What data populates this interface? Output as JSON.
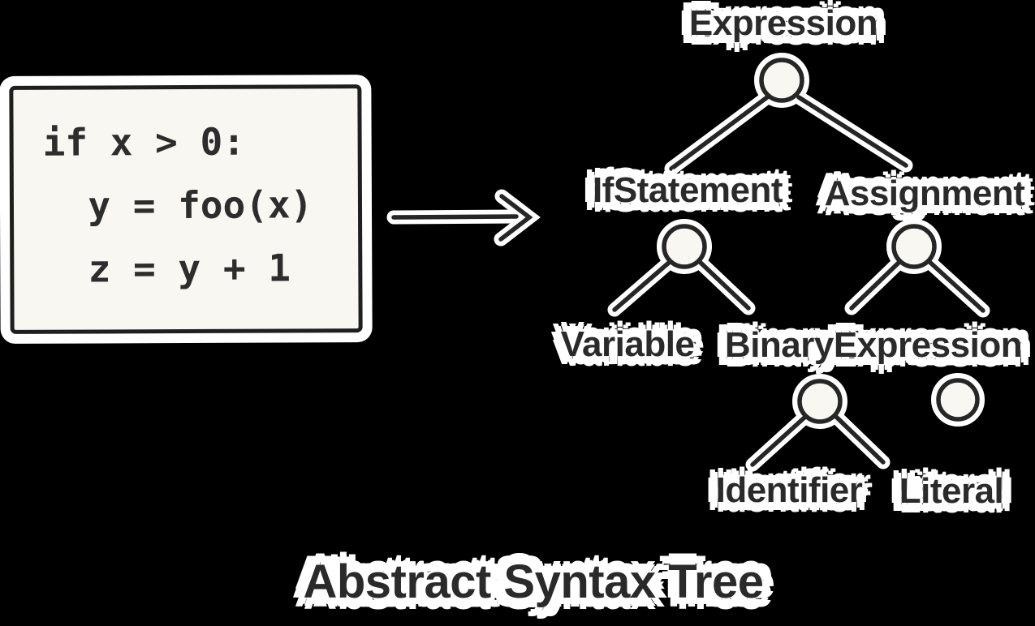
{
  "diagram": {
    "caption": "Abstract Syntax Tree",
    "code_panel": {
      "line1": "if x > 0:",
      "line2": "  y = foo(x)",
      "line3": "  z = y + 1"
    },
    "tree": {
      "expression": "Expression",
      "if_statement": "IfStatement",
      "assignment": "Assignment",
      "variable": "Variable",
      "binary_expression": "BinaryExpression",
      "identifier": "Identifier",
      "literal": "Literal"
    },
    "colors": {
      "background": "#000000",
      "ink": "#262626",
      "halo": "#ffffff",
      "panel_fill": "#f8f7f2"
    }
  }
}
